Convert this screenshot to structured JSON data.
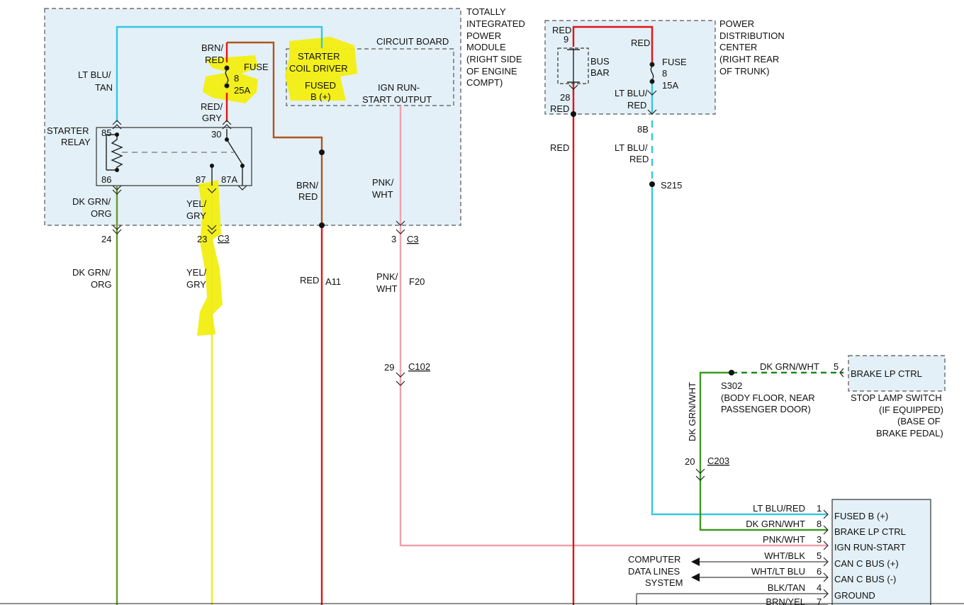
{
  "colors": {
    "lt_blu": "#35c7e0",
    "red": "#e21313",
    "brn": "#b1541d",
    "dk_grn": "#3d9a22",
    "org_grn": "#6a9a25",
    "yel": "#ecec1e",
    "pnk": "#f0a1ad",
    "highlight": "#f2ee10",
    "box_fill": "#e3f0f8"
  },
  "tipm": {
    "title": [
      "TOTALLY",
      "INTEGRATED",
      "POWER",
      "MODULE",
      "(RIGHT SIDE",
      "OF ENGINE",
      "COMPT)"
    ],
    "circuit_board": "CIRCUIT BOARD",
    "starter_coil_driver": [
      "STARTER",
      "COIL DRIVER"
    ],
    "fused_b": [
      "FUSED",
      "B (+)"
    ],
    "ign_run_start": [
      "IGN RUN-",
      "START OUTPUT"
    ],
    "starter_relay": [
      "STARTER",
      "RELAY"
    ],
    "fuse": {
      "label": "FUSE",
      "num": "8",
      "amps": "25A"
    },
    "pins": {
      "p85": "85",
      "p86": "86",
      "p30": "30",
      "p87": "87",
      "p87a": "87A"
    }
  },
  "pdc": {
    "title": [
      "POWER",
      "DISTRIBUTION",
      "CENTER",
      "(RIGHT REAR",
      "OF TRUNK)"
    ],
    "bus_bar": [
      "BUS",
      "BAR"
    ],
    "fuse": {
      "label": "FUSE",
      "num": "8",
      "amps": "15A"
    },
    "pin9": "9",
    "pin28": "28"
  },
  "wires": {
    "lt_blu_tan": [
      "LT BLU/",
      "TAN"
    ],
    "brn_red_top": [
      "BRN/",
      "RED"
    ],
    "red_gry": [
      "RED/",
      "GRY"
    ],
    "dk_grn_org_1": [
      "DK GRN/",
      "ORG"
    ],
    "yel_gry_1": [
      "YEL/",
      "GRY"
    ],
    "brn_red_mid": [
      "BRN/",
      "RED"
    ],
    "pnk_wht_1": [
      "PNK/",
      "WHT"
    ],
    "dk_grn_org_2": [
      "DK GRN/",
      "ORG"
    ],
    "yel_gry_2": [
      "YEL/",
      "GRY"
    ],
    "red_a11": "RED",
    "a11": "A11",
    "pnk_wht_2": [
      "PNK/",
      "WHT"
    ],
    "f20": "F20",
    "pdc_red_9": "RED",
    "pdc_red_fuse": "RED",
    "pdc_lt_blu_red": [
      "LT BLU/",
      "RED"
    ],
    "pdc_red_28": "RED",
    "red_main": "RED",
    "pin_8b": "8B",
    "lt_blu_red_main": [
      "LT BLU/",
      "RED"
    ],
    "s215": "S215",
    "dk_grn_wht_top": "DK GRN/WHT",
    "dk_grn_wht_vert": "DK GRN/WHT",
    "s302": [
      "S302",
      "(BODY FLOOR, NEAR",
      "PASSENGER DOOR)"
    ]
  },
  "connectors": {
    "c24": "24",
    "c23": "23",
    "c3_a": "C3",
    "c3_num": "3",
    "c3_b": "C3",
    "c29": "29",
    "c102": "C102",
    "c20": "20",
    "c203": "C203",
    "c5": "5"
  },
  "stop_lamp": {
    "box_label": "BRAKE LP CTRL",
    "title": [
      "STOP LAMP SWITCH",
      "(IF EQUIPPED)",
      "(BASE OF",
      "BRAKE PEDAL)"
    ]
  },
  "computer": [
    "COMPUTER",
    "DATA LINES",
    "SYSTEM"
  ],
  "module_rows": [
    {
      "wire": "LT BLU/RED",
      "pin": "1",
      "label": "FUSED B (+)"
    },
    {
      "wire": "DK GRN/WHT",
      "pin": "8",
      "label": "BRAKE LP CTRL"
    },
    {
      "wire": "PNK/WHT",
      "pin": "3",
      "label": "IGN RUN-START"
    },
    {
      "wire": "WHT/BLK",
      "pin": "5",
      "label": "CAN C BUS (+)"
    },
    {
      "wire": "WHT/LT BLU",
      "pin": "6",
      "label": "CAN C BUS (-)"
    },
    {
      "wire": "BLK/TAN",
      "pin": "4",
      "label": "GROUND"
    },
    {
      "wire": "BRN/YEL",
      "pin": "7",
      "label": ""
    }
  ]
}
